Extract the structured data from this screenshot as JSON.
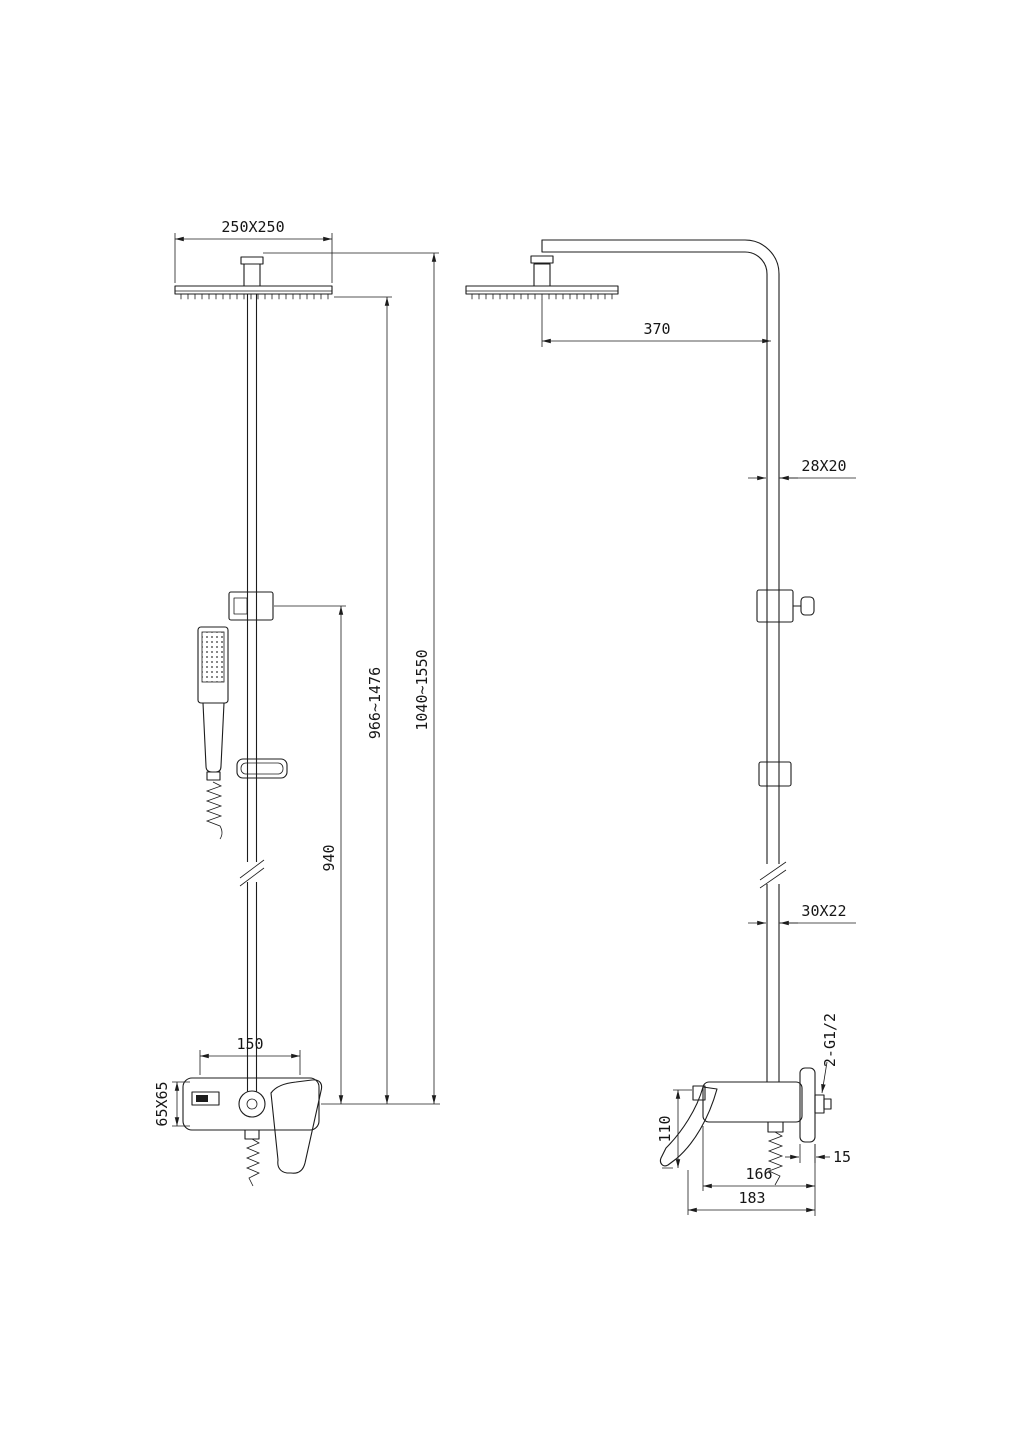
{
  "colors": {
    "line": "#1c1c1c",
    "background": "#ffffff"
  },
  "dimensions": {
    "head_size": "250X250",
    "arm_reach": "370",
    "upper_pipe_section": "28X20",
    "lower_pipe_section": "30X22",
    "rail_height_range": "966~1476",
    "total_height_range": "1040~1550",
    "hand_shower_height": "940",
    "mixer_centers": "150",
    "mixer_body_size": "65X65",
    "mixer_height": "110",
    "mixer_depth_body": "166",
    "mixer_depth_total": "183",
    "wall_plate_depth": "15",
    "thread_spec": "2-G1/2"
  }
}
